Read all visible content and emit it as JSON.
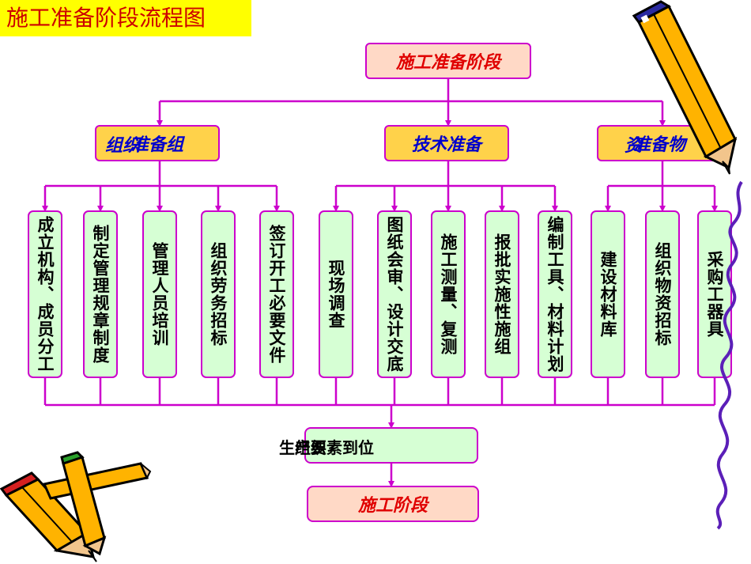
{
  "page_title": "施工准备阶段流程图",
  "root": "施工准备阶段",
  "categories": {
    "organization": {
      "label": "准备组",
      "overlay": "组织"
    },
    "technical": {
      "label": "技术准备"
    },
    "materials": {
      "label": "准备物",
      "overlay": "资"
    }
  },
  "tasks": {
    "t1": "成立机构、成员分工",
    "t2": "制定管理规章制度",
    "t3": "管理人员培训",
    "t4": "组织劳务招标",
    "t5": "签订开工必要文件",
    "t6": "现场调查",
    "t7": "图纸会审、设计交底",
    "t8": "施工测量、复测",
    "t9": "报批实施性施组",
    "t10": "编制工具、材料计划",
    "t11": "建设材料库",
    "t12": "组织物资招标",
    "t13": "采购工器具"
  },
  "readiness": {
    "label": "生产要素到位",
    "overlay": "组织"
  },
  "final_stage": "施工阶段",
  "colors": {
    "connector": "#cc00cc",
    "title_bg": "#ffff00",
    "title_text": "#cc0000",
    "category_fill": "#ffd24a",
    "category_text": "#0000cc",
    "task_fill": "#d6ffd4",
    "stage_fill": "#ffd9c6",
    "stage_text": "#e00000"
  },
  "decorations": [
    "pencil-icon-top-right",
    "pencil-icon-bottom-left",
    "pencil-icon-bottom-left-small",
    "purple-swirl-border"
  ]
}
